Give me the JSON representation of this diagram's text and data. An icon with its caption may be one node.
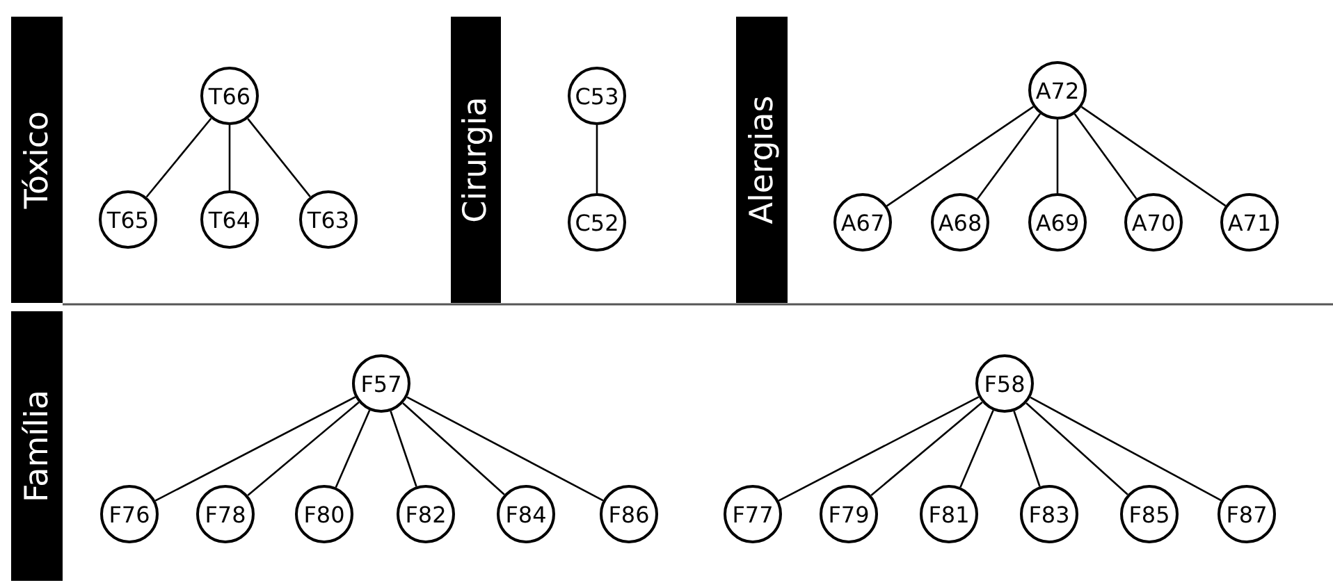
{
  "diagram": {
    "nodes": [
      {
        "text": [
          "Tóxico"
        ]
      },
      {
        "text": [
          "T66"
        ]
      },
      {
        "text": [
          "T65"
        ]
      },
      {
        "text": [
          "T64"
        ]
      },
      {
        "text": [
          "T63"
        ]
      },
      {
        "text": [
          "Cirurgia"
        ]
      },
      {
        "text": [
          "C53"
        ]
      },
      {
        "text": [
          "C52"
        ]
      },
      {
        "text": [
          "Alergias"
        ]
      },
      {
        "text": [
          "A72"
        ]
      },
      {
        "text": [
          "A67"
        ]
      },
      {
        "text": [
          "A68"
        ]
      },
      {
        "text": [
          "A69"
        ]
      },
      {
        "text": [
          "A70"
        ]
      },
      {
        "text": [
          "A71"
        ]
      },
      {
        "text": [
          "Família"
        ]
      },
      {
        "text": [
          "F57"
        ]
      },
      {
        "text": [
          "F76"
        ]
      },
      {
        "text": [
          "F78"
        ]
      },
      {
        "text": [
          "F80"
        ]
      },
      {
        "text": [
          "F82"
        ]
      },
      {
        "text": [
          "F84"
        ]
      },
      {
        "text": [
          "F86"
        ]
      },
      {
        "text": [
          "F58"
        ]
      },
      {
        "text": [
          "F77"
        ]
      },
      {
        "text": [
          "F79"
        ]
      },
      {
        "text": [
          "F81"
        ]
      },
      {
        "text": [
          "F83"
        ]
      },
      {
        "text": [
          "F85"
        ]
      },
      {
        "text": [
          "F87"
        ]
      }
    ],
    "edges": [
      {
        "from": 1,
        "to": 2,
        "arrow": "none"
      },
      {
        "from": 1,
        "to": 3,
        "arrow": "none"
      },
      {
        "from": 1,
        "to": 4,
        "arrow": "none"
      },
      {
        "from": 6,
        "to": 7,
        "arrow": "none"
      },
      {
        "from": 9,
        "to": 10,
        "arrow": "none"
      },
      {
        "from": 9,
        "to": 11,
        "arrow": "none"
      },
      {
        "from": 9,
        "to": 12,
        "arrow": "none"
      },
      {
        "from": 9,
        "to": 13,
        "arrow": "none"
      },
      {
        "from": 9,
        "to": 14,
        "arrow": "none"
      },
      {
        "from": 16,
        "to": 17,
        "arrow": "none"
      },
      {
        "from": 16,
        "to": 18,
        "arrow": "none"
      },
      {
        "from": 16,
        "to": 19,
        "arrow": "none"
      },
      {
        "from": 16,
        "to": 20,
        "arrow": "none"
      },
      {
        "from": 16,
        "to": 21,
        "arrow": "none"
      },
      {
        "from": 16,
        "to": 22,
        "arrow": "none"
      },
      {
        "from": 23,
        "to": 24,
        "arrow": "none"
      },
      {
        "from": 23,
        "to": 25,
        "arrow": "none"
      },
      {
        "from": 23,
        "to": 26,
        "arrow": "none"
      },
      {
        "from": 23,
        "to": 27,
        "arrow": "none"
      },
      {
        "from": 23,
        "to": 28,
        "arrow": "none"
      },
      {
        "from": 23,
        "to": 29,
        "arrow": "none"
      }
    ]
  }
}
